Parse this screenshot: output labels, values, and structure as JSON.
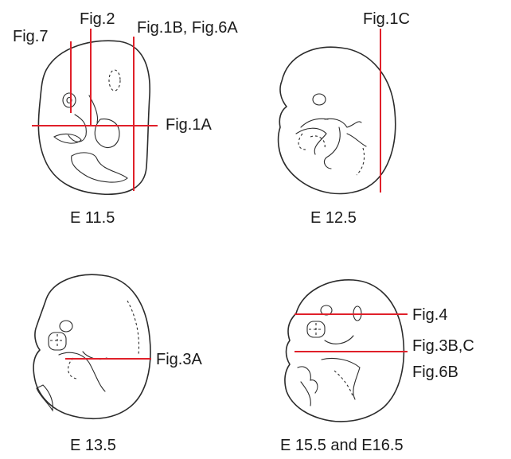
{
  "colors": {
    "section_line": "#e0202a",
    "outline": "#2b2b2b",
    "text": "#1a1a1a"
  },
  "stages": {
    "e115": "E 11.5",
    "e125": "E 12.5",
    "e135": "E 13.5",
    "e155": "E 15.5 and E16.5"
  },
  "labels": {
    "fig7": "Fig.7",
    "fig2": "Fig.2",
    "fig1b6a": "Fig.1B, Fig.6A",
    "fig1a": "Fig.1A",
    "fig1c": "Fig.1C",
    "fig3a": "Fig.3A",
    "fig4": "Fig.4",
    "fig3bc": "Fig.3B,C",
    "fig6b": "Fig.6B"
  }
}
